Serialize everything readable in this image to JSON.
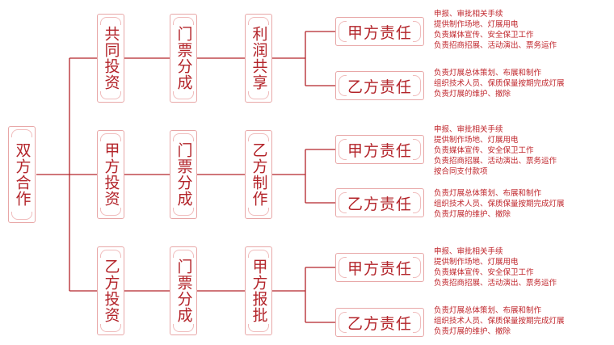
{
  "root": {
    "label": "双方合作"
  },
  "rows": [
    {
      "investor": "共同投资",
      "ticket": "门票分成",
      "mode": "利润共享",
      "duties": [
        {
          "title": "甲方责任",
          "items": [
            "申报、审批相关手续",
            "提供制作场地、灯展用电",
            "负责媒体宣传、安全保卫工作",
            "负责招商招展、活动演出、票务运作"
          ]
        },
        {
          "title": "乙方责任",
          "items": [
            "负责灯展总体策划、布展和制作",
            "组织技术人员、保质保量按期完成灯展",
            "负责灯展的维护、撤除"
          ]
        }
      ]
    },
    {
      "investor": "甲方投资",
      "ticket": "门票分成",
      "mode": "乙方制作",
      "duties": [
        {
          "title": "甲方责任",
          "items": [
            "申报、审批相关手续",
            "提供制作场地、灯展用电",
            "负责媒体宣传、安全保卫工作",
            "负责招商招展、活动演出、票务运作",
            "按合同支付款项"
          ]
        },
        {
          "title": "乙方责任",
          "items": [
            "负责灯展总体策划、布展和制作",
            "组织技术人员、保质保量按期完成灯展",
            "负责灯展的维护、撤除"
          ]
        }
      ]
    },
    {
      "investor": "乙方投资",
      "ticket": "门票分成",
      "mode": "甲方报批",
      "duties": [
        {
          "title": "甲方责任",
          "items": [
            "申报、审批相关手续",
            "提供制作场地、灯展用电",
            "负责媒体宣传、安全保卫工作",
            "负责招商招展、活动演出、票务运作"
          ]
        },
        {
          "title": "乙方责任",
          "items": [
            "负责灯展总体策划、布展和制作",
            "组织技术人员、保质保量按期完成灯展",
            "负责灯展的维护、撤除"
          ]
        }
      ]
    }
  ],
  "colors": {
    "line": "#b3242a",
    "border": "#e8a7a7",
    "text": "#b3242a"
  }
}
